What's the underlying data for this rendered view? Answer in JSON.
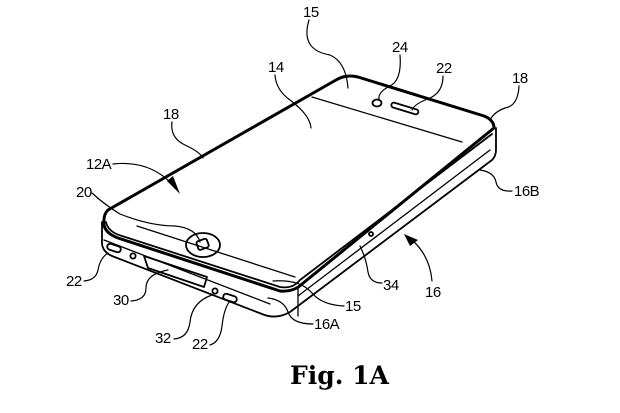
{
  "figure": {
    "caption": "Fig. 1A",
    "labels": {
      "l15_top": "15",
      "l24": "24",
      "l22_top": "22",
      "l18_right": "18",
      "l14": "14",
      "l18_left": "18",
      "l12A": "12A",
      "l20": "20",
      "l16B": "16B",
      "l22_left": "22",
      "l30": "30",
      "l32": "32",
      "l22_bottom": "22",
      "l15_bottom": "15",
      "l16A": "16A",
      "l34": "34",
      "l16": "16"
    }
  }
}
